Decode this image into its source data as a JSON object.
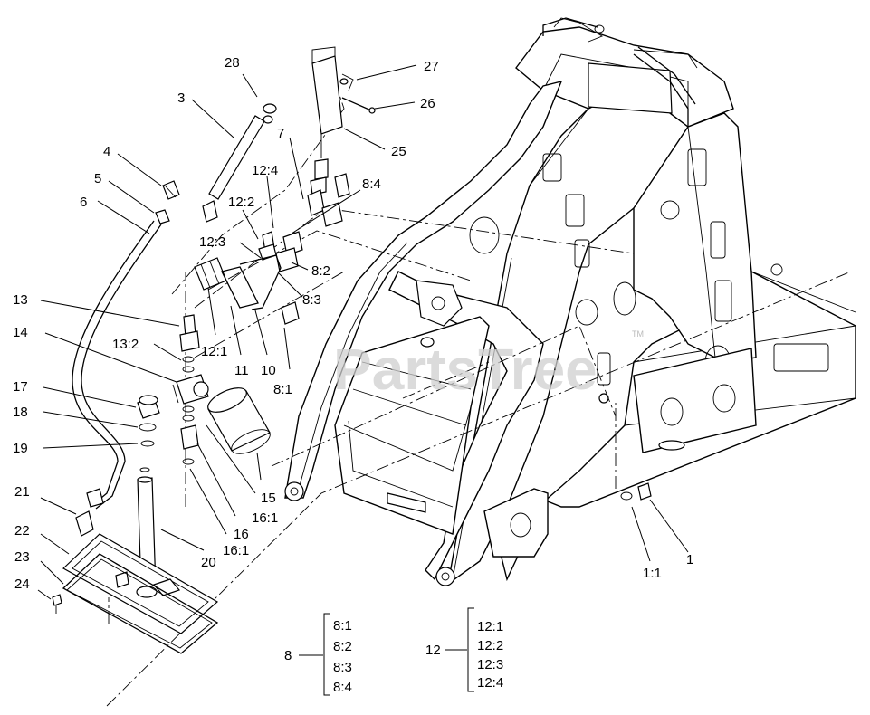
{
  "watermark": {
    "text": "PartsTree",
    "tm": "TM"
  },
  "callouts": [
    {
      "id": "28",
      "text": "28"
    },
    {
      "id": "27",
      "text": "27"
    },
    {
      "id": "26",
      "text": "26"
    },
    {
      "id": "25",
      "text": "25"
    },
    {
      "id": "3",
      "text": "3"
    },
    {
      "id": "4",
      "text": "4"
    },
    {
      "id": "5",
      "text": "5"
    },
    {
      "id": "6",
      "text": "6"
    },
    {
      "id": "7",
      "text": "7"
    },
    {
      "id": "12_4",
      "text": "12:4"
    },
    {
      "id": "8_4",
      "text": "8:4"
    },
    {
      "id": "12_2",
      "text": "12:2"
    },
    {
      "id": "12_3",
      "text": "12:3"
    },
    {
      "id": "8_2",
      "text": "8:2"
    },
    {
      "id": "8_3",
      "text": "8:3"
    },
    {
      "id": "13",
      "text": "13"
    },
    {
      "id": "13_2",
      "text": "13:2"
    },
    {
      "id": "12_1",
      "text": "12:1"
    },
    {
      "id": "11",
      "text": "11"
    },
    {
      "id": "10",
      "text": "10"
    },
    {
      "id": "8_1",
      "text": "8:1"
    },
    {
      "id": "14",
      "text": "14"
    },
    {
      "id": "17",
      "text": "17"
    },
    {
      "id": "18",
      "text": "18"
    },
    {
      "id": "19",
      "text": "19"
    },
    {
      "id": "15",
      "text": "15"
    },
    {
      "id": "16_1a",
      "text": "16:1"
    },
    {
      "id": "16",
      "text": "16"
    },
    {
      "id": "16_1b",
      "text": "16:1"
    },
    {
      "id": "20",
      "text": "20"
    },
    {
      "id": "21",
      "text": "21"
    },
    {
      "id": "22",
      "text": "22"
    },
    {
      "id": "23",
      "text": "23"
    },
    {
      "id": "24",
      "text": "24"
    },
    {
      "id": "1",
      "text": "1"
    },
    {
      "id": "1_1",
      "text": "1:1"
    }
  ],
  "legend_8": {
    "parent": "8",
    "items": [
      "8:1",
      "8:2",
      "8:3",
      "8:4"
    ]
  },
  "legend_12": {
    "parent": "12",
    "items": [
      "12:1",
      "12:2",
      "12:3",
      "12:4"
    ]
  }
}
